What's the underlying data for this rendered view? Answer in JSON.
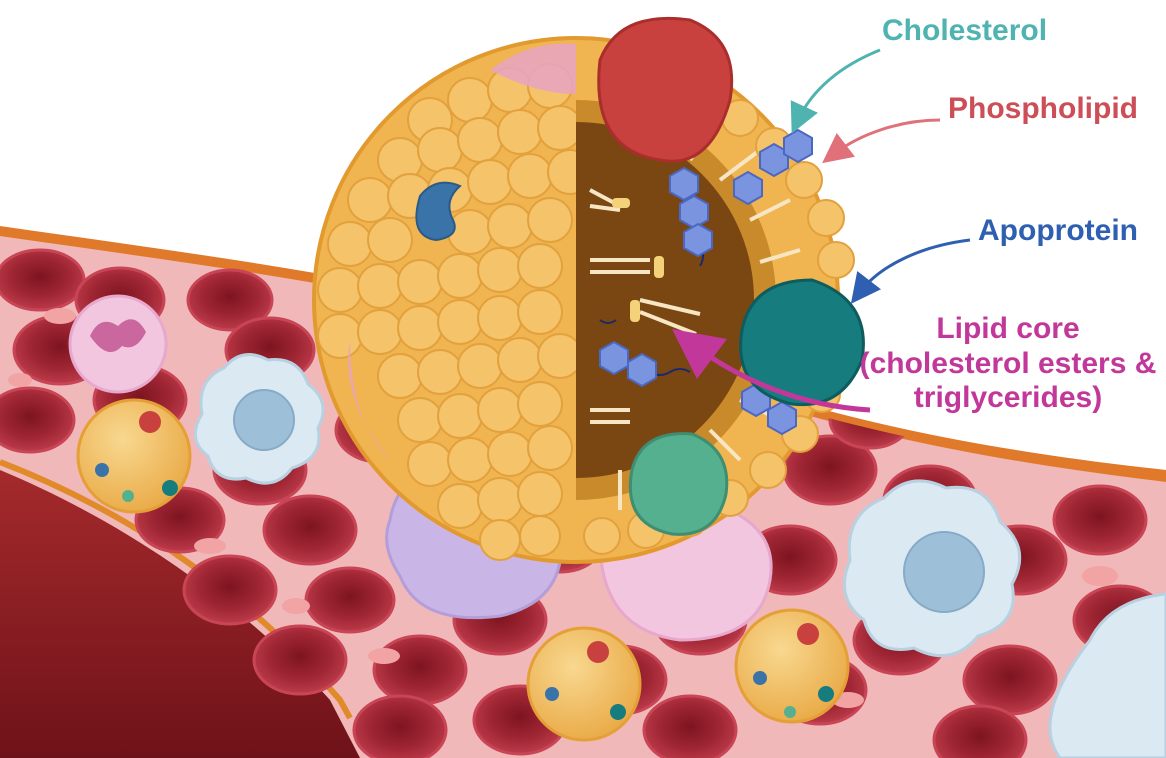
{
  "labels": {
    "cholesterol": "Cholesterol",
    "phospholipid": "Phospholipid",
    "apoprotein": "Apoprotein",
    "lipid_core_line1": "Lipid core",
    "lipid_core_line2": "(cholesterol esters &",
    "lipid_core_line3": "triglycerides)"
  },
  "colors": {
    "cholesterol": "#4fb3b0",
    "phospholipid": "#cc4f58",
    "apoprotein": "#2f5fb0",
    "lipid_core": "#c2379a",
    "vessel_wall": "#8e1b22",
    "vessel_outer": "#e07a2a",
    "red_cell": "#b0313d",
    "phospholipid_head": "#f2bd63",
    "core": "#7a4612",
    "apo_red": "#c8413f",
    "apo_teal": "#167c7e",
    "apo_green": "#55b08f",
    "apo_blue": "#3a73a8",
    "cholesterol_hex": "#7b94df"
  }
}
